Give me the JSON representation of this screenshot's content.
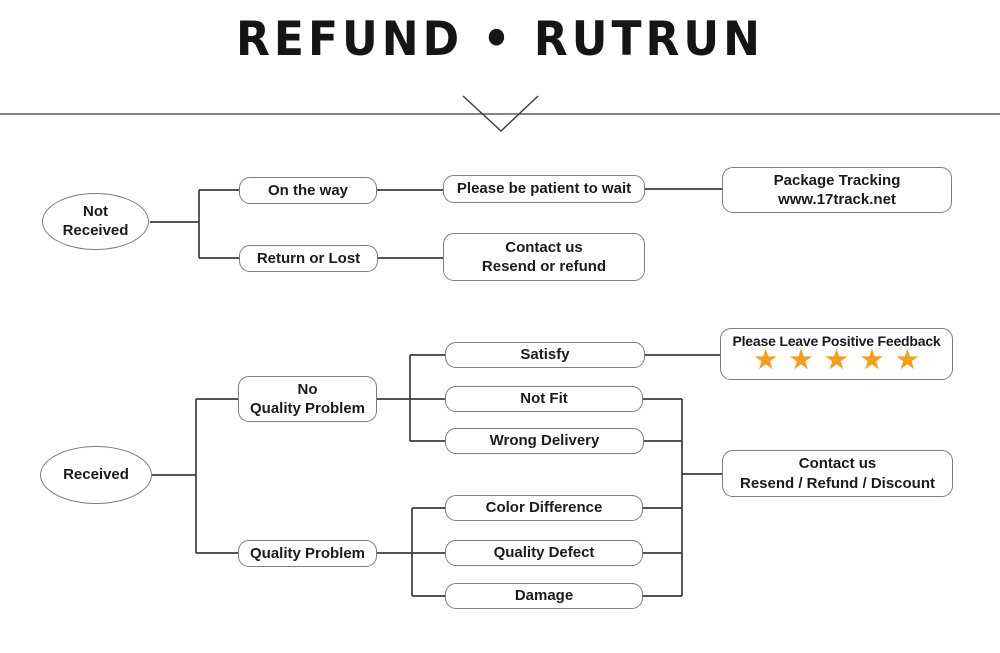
{
  "title": "REFUND • RUTRUN",
  "colors": {
    "star": "#F5A01B",
    "connector_line": "#3C3C3C",
    "box_border": "#7D7D7D"
  },
  "top_flow": {
    "root": {
      "line1": "Not",
      "line2": "Received"
    },
    "on_the_way": "On the way",
    "patient": "Please be patient to wait",
    "tracking": {
      "line1": "Package Tracking",
      "line2": "www.17track.net"
    },
    "return_lost": "Return or Lost",
    "contact_resend": {
      "line1": "Contact us",
      "line2": "Resend or refund"
    }
  },
  "bottom_flow": {
    "root": "Received",
    "no_quality": {
      "line1": "No",
      "line2": "Quality Problem"
    },
    "quality": "Quality Problem",
    "satisfy": "Satisfy",
    "not_fit": "Not Fit",
    "wrong_delivery": "Wrong Delivery",
    "color_difference": "Color Difference",
    "quality_defect": "Quality Defect",
    "damage": "Damage",
    "feedback": {
      "title": "Please Leave Positive Feedback",
      "stars": 5
    },
    "contact": {
      "line1": "Contact us",
      "line2": "Resend / Refund / Discount"
    }
  }
}
